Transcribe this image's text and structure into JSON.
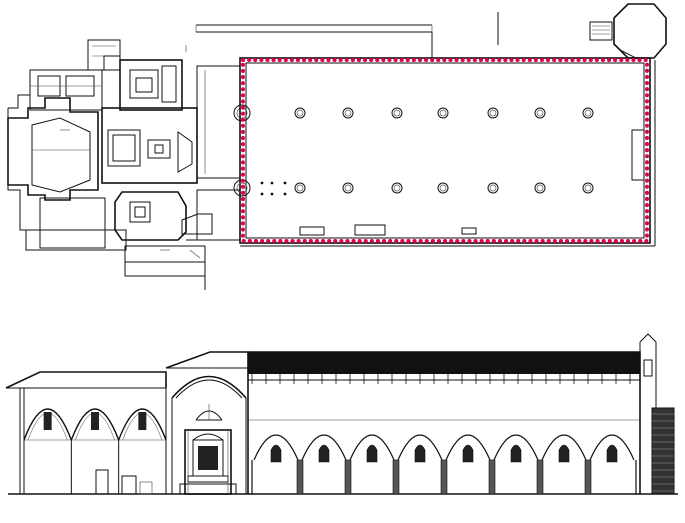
{
  "diagram": {
    "views": [
      {
        "id": "plan",
        "kind": "floor-plan"
      },
      {
        "id": "section",
        "kind": "longitudinal-section"
      }
    ],
    "highlight": {
      "style": "dotted-rectangle",
      "color": "#e0004a",
      "target": "nave"
    },
    "nave_columns": {
      "rows": 2,
      "per_row": 8
    },
    "section_arches": {
      "left_bays": 3,
      "nave_bays": 8
    },
    "colors": {
      "line": "#111111",
      "highlight": "#e0004a",
      "background": "#ffffff"
    }
  }
}
